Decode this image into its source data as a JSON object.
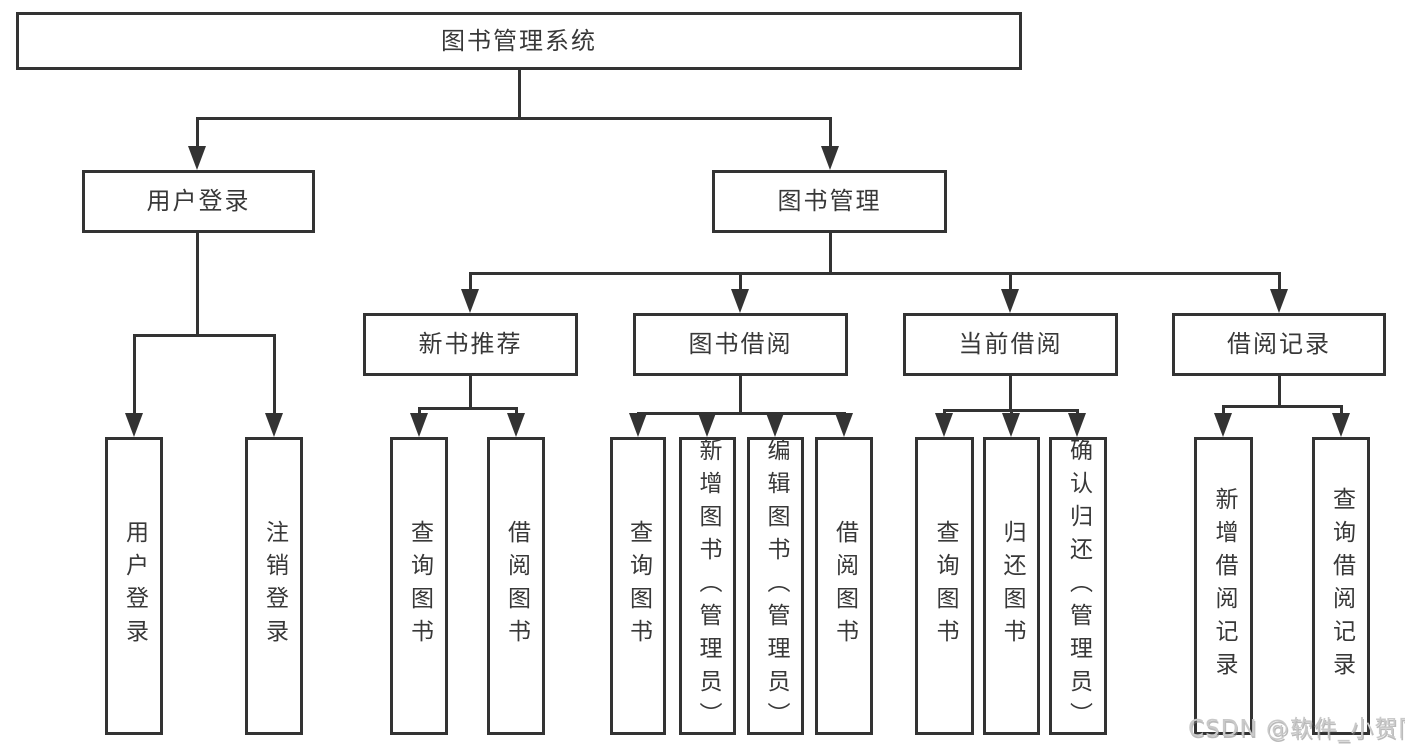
{
  "diagram": {
    "type": "hierarchy",
    "nodes": [
      {
        "id": "root",
        "label": "图书管理系统",
        "parent": null
      },
      {
        "id": "user-login",
        "label": "用户登录",
        "parent": "root"
      },
      {
        "id": "book-mgmt",
        "label": "图书管理",
        "parent": "root"
      },
      {
        "id": "login-user",
        "label": "用户登录",
        "parent": "user-login"
      },
      {
        "id": "login-logout",
        "label": "注销登录",
        "parent": "user-login"
      },
      {
        "id": "recommend",
        "label": "新书推荐",
        "parent": "book-mgmt"
      },
      {
        "id": "borrow",
        "label": "图书借阅",
        "parent": "book-mgmt"
      },
      {
        "id": "current",
        "label": "当前借阅",
        "parent": "book-mgmt"
      },
      {
        "id": "records",
        "label": "借阅记录",
        "parent": "book-mgmt"
      },
      {
        "id": "rec-query",
        "label": "查询图书",
        "parent": "recommend"
      },
      {
        "id": "rec-borrow",
        "label": "借阅图书",
        "parent": "recommend"
      },
      {
        "id": "bor-query",
        "label": "查询图书",
        "parent": "borrow"
      },
      {
        "id": "bor-add",
        "label": "新增图书（管理员）",
        "parent": "borrow"
      },
      {
        "id": "bor-edit",
        "label": "编辑图书（管理员）",
        "parent": "borrow"
      },
      {
        "id": "bor-borrow",
        "label": "借阅图书",
        "parent": "borrow"
      },
      {
        "id": "cur-query",
        "label": "查询图书",
        "parent": "current"
      },
      {
        "id": "cur-return",
        "label": "归还图书",
        "parent": "current"
      },
      {
        "id": "cur-confirm",
        "label": "确认归还（管理员）",
        "parent": "current"
      },
      {
        "id": "recd-add",
        "label": "新增借阅记录",
        "parent": "records"
      },
      {
        "id": "recd-query",
        "label": "查询借阅记录",
        "parent": "records"
      }
    ],
    "colors": {
      "line": "#333333",
      "box_background": "#ffffff",
      "text": "#383838",
      "watermark": "#c9c9c9"
    },
    "watermark": {
      "text": "CSDN @软件_小贺同学"
    }
  }
}
